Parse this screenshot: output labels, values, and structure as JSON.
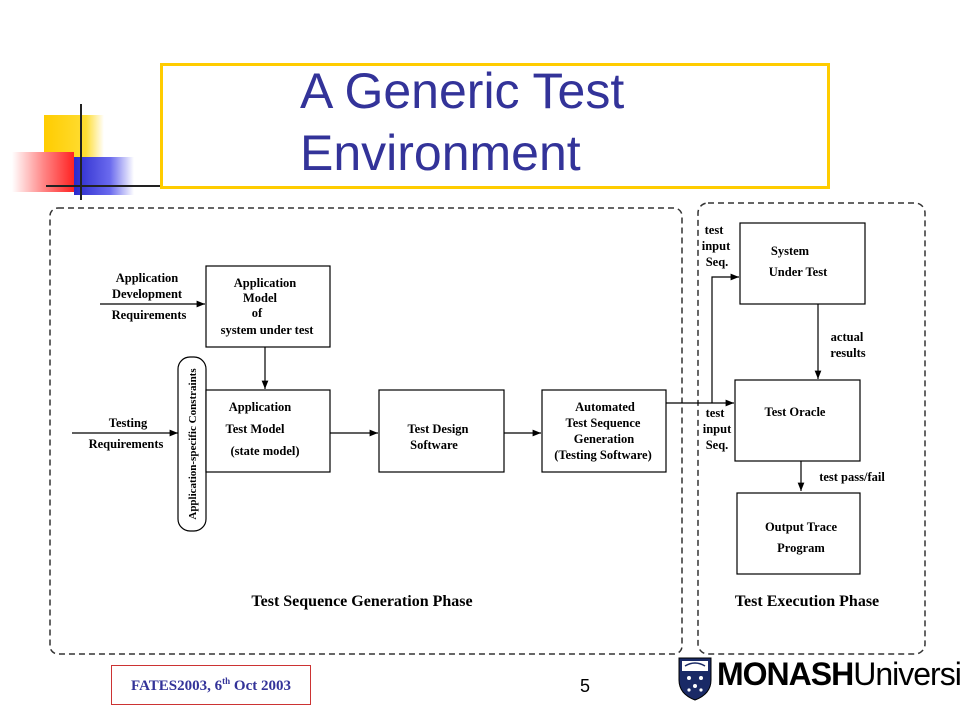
{
  "slide": {
    "title": "A Generic Test Environment",
    "footer_main": "FATES2003, 6",
    "footer_sup": "th",
    "footer_tail": " Oct 2003",
    "page_number": "5",
    "logo_bold": "MONASH",
    "logo_regular": "University"
  },
  "diagram": {
    "phases": {
      "generation": "Test Sequence Generation Phase",
      "execution": "Test Execution Phase"
    },
    "inputs": {
      "dev_req": [
        "Application",
        "Development",
        "Requirements"
      ],
      "testing_req": [
        "Testing",
        "Requirements"
      ]
    },
    "constraints": "Application-specific Constraints",
    "boxes": {
      "app_model": [
        "Application",
        "Model",
        "of",
        "system under test"
      ],
      "app_test_model": [
        "Application",
        "Test Model",
        "(state model)"
      ],
      "test_design": [
        "Test Design",
        "Software"
      ],
      "auto_gen": [
        "Automated",
        "Test Sequence",
        "Generation",
        "(Testing Software)"
      ],
      "sut": [
        "System",
        "Under Test"
      ],
      "oracle": "Test Oracle",
      "output_trace": [
        "Output Trace",
        "Program"
      ]
    },
    "labels": {
      "test_input_top": [
        "test",
        "input",
        "Seq."
      ],
      "test_input_bottom": [
        "test",
        "input",
        "Seq."
      ],
      "actual_results": [
        "actual",
        "results"
      ],
      "pass_fail": "test pass/fail"
    }
  }
}
